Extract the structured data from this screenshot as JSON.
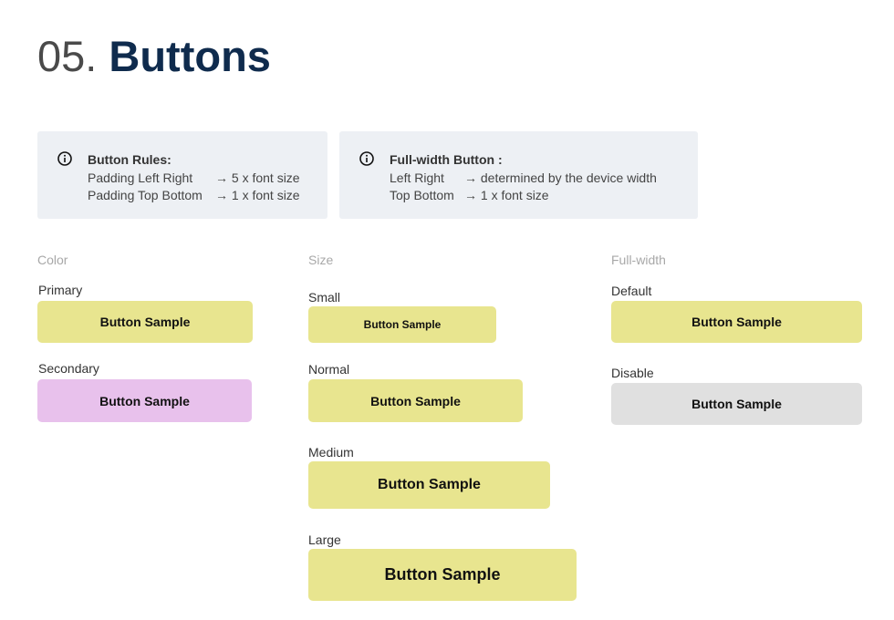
{
  "page": {
    "number": "05.",
    "title": "Buttons"
  },
  "info_cards": [
    {
      "icon": "info-icon",
      "heading": "Button Rules:",
      "rows": [
        {
          "label": "Padding Left Right",
          "value": "→ 5 x font size"
        },
        {
          "label": "Padding Top Bottom",
          "value": "→ 1 x font size"
        }
      ]
    },
    {
      "icon": "info-icon",
      "heading": "Full-width Button :",
      "rows": [
        {
          "label": "Left Right",
          "value": "→ determined by the device width"
        },
        {
          "label": "Top Bottom",
          "value": "→ 1 x font size"
        }
      ]
    }
  ],
  "sections": {
    "color": {
      "heading": "Color",
      "items": [
        {
          "label": "Primary",
          "button": "Button Sample",
          "color": "#e8e58f"
        },
        {
          "label": "Secondary",
          "button": "Button Sample",
          "color": "#e8c1ec"
        }
      ]
    },
    "size": {
      "heading": "Size",
      "items": [
        {
          "label": "Small",
          "button": "Button Sample"
        },
        {
          "label": "Normal",
          "button": "Button Sample"
        },
        {
          "label": "Medium",
          "button": "Button Sample"
        },
        {
          "label": "Large",
          "button": "Button Sample"
        }
      ]
    },
    "full_width": {
      "heading": "Full-width",
      "items": [
        {
          "label": "Default",
          "button": "Button Sample",
          "color": "#e8e58f"
        },
        {
          "label": "Disable",
          "button": "Button Sample",
          "color": "#e0e0e0"
        }
      ]
    }
  }
}
